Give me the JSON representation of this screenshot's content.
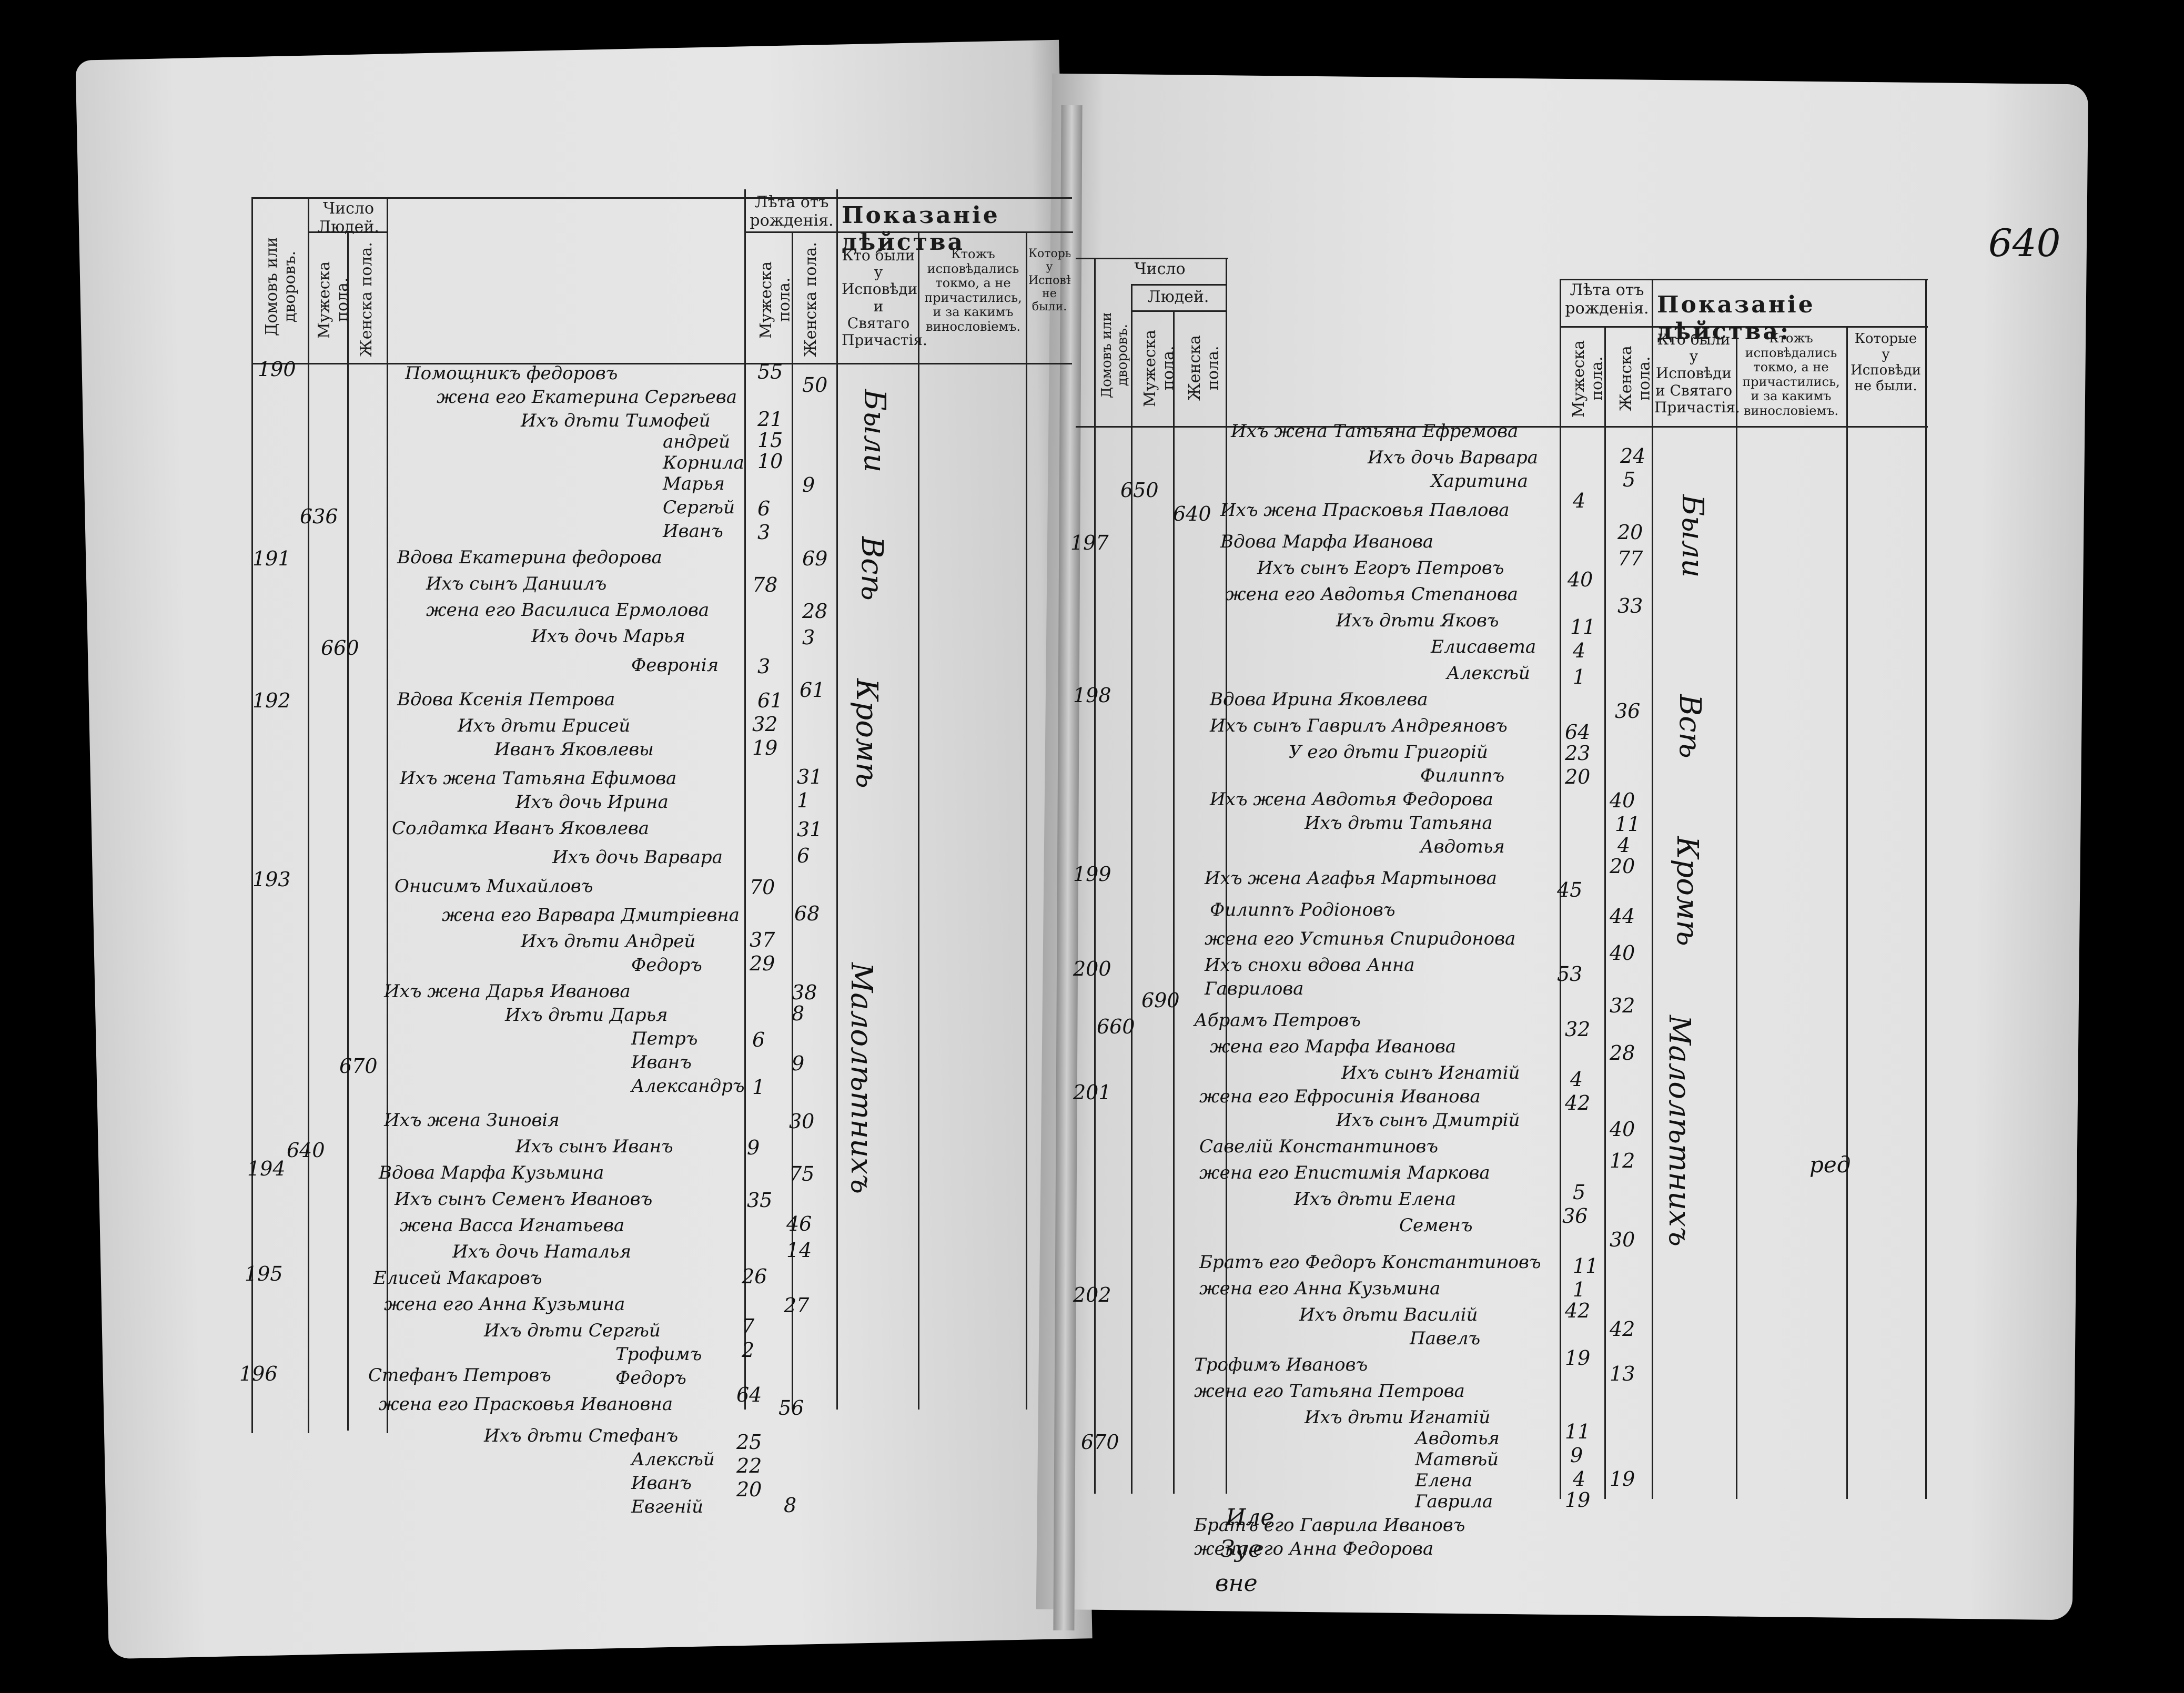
{
  "folio_number": "640",
  "left_page": {
    "headers": {
      "houses": "Домовъ или дворовъ.",
      "people_count": "Число Людей.",
      "male_sex": "Мужеска пола.",
      "female_sex": "Женска пола.",
      "age": "Лѣта отъ рожденія.",
      "age_male": "Мужеска пола.",
      "age_female": "Женска пола.",
      "action_title": "Показаніе дѣйства",
      "col_confessed": "Кто были у Исповѣди и Святаго Причастія.",
      "col_confessed_only": "Ктожъ исповѣдались токмо, а не причастились, и за какимъ виносло­віемъ.",
      "col_not_confessed": "Которые у Исповѣди не были."
    },
    "household_numbers": [
      "190",
      "191",
      "192",
      "193",
      "194",
      "195",
      "196"
    ],
    "running_totals": [
      "636",
      "660",
      "670",
      "640"
    ],
    "entries": [
      "Помощникъ федоровъ",
      "жена его Екатерина Сергѣева",
      "Ихъ дѣти Тимофей",
      "андрей",
      "Корнила",
      "Марья",
      "Сергѣй",
      "Иванъ",
      "Вдова Екатерина федорова",
      "Ихъ сынъ Даниилъ",
      "жена его Василиса Ермолова",
      "Ихъ дочь Марья",
      "Февронія",
      "Вдова Ксенія Петрова",
      "Ихъ дѣти Ерисей",
      "Иванъ Яковлевы",
      "Ихъ жена Татьяна Ефимова",
      "Ихъ дочь Ирина",
      "Солдатка Иванъ Яковлева",
      "Ихъ дочь Варвара",
      "Онисимъ Михайловъ",
      "жена его Варвара Дмитріевна",
      "Ихъ дѣти Андрей",
      "Федоръ",
      "Ихъ жена Дарья Иванова",
      "Ихъ дѣти Дарья",
      "Петръ",
      "Иванъ",
      "Александръ",
      "Ихъ жена Зиновія",
      "Ихъ сынъ Иванъ",
      "Вдова Марфа Кузьмина",
      "Ихъ сынъ Семенъ Ивановъ",
      "жена Васса Игнатьева",
      "Ихъ дочь Наталья",
      "Елисей Макаровъ",
      "жена его Анна Кузьмина",
      "Ихъ дѣти Сергѣй",
      "Трофимъ",
      "Федоръ",
      "Стефанъ Петровъ",
      "жена его Прасковья Ивановна",
      "Ихъ дѣти Стефанъ",
      "Алексѣй",
      "Иванъ",
      "Евгеній"
    ],
    "ages_male": [
      "55",
      "21",
      "15",
      "10",
      "6",
      "3",
      "78",
      "3",
      "61",
      "32",
      "19",
      "70",
      "37",
      "29",
      "6",
      "1",
      "9",
      "35",
      "26",
      "7",
      "2",
      "64",
      "25",
      "22",
      "20"
    ],
    "ages_female": [
      "50",
      "9",
      "69",
      "28",
      "3",
      "61",
      "31",
      "1",
      "31",
      "6",
      "68",
      "38",
      "8",
      "9",
      "30",
      "75",
      "46",
      "14",
      "27",
      "56",
      "8"
    ],
    "confession_note_1": "Были",
    "confession_note_2": "Всѣ",
    "confession_note_3": "Кромѣ",
    "confession_note_4": "Малолѣтнихъ"
  },
  "right_page": {
    "headers": {
      "number": "Число",
      "houses": "Домовъ или дворовъ.",
      "people_count": "Людей.",
      "male_sex": "Мужеска пола.",
      "female_sex": "Женска пола.",
      "age": "Лѣта отъ рожденія.",
      "age_male": "Мужеска пола.",
      "age_female": "Женска пола.",
      "action_title": "Показаніе дѣйства:",
      "col_confessed": "Кто были у Исповѣди и Святаго Причастія.",
      "col_confessed_only": "Ктожъ исповѣдались токмо, а не причастились, и за какимъ виносло­віемъ.",
      "col_not_confessed": "Которые у Исповѣди не были."
    },
    "household_numbers": [
      "197",
      "198",
      "199",
      "200",
      "201",
      "202"
    ],
    "running_totals": [
      "650",
      "640",
      "660",
      "690",
      "670"
    ],
    "entries": [
      "Ихъ жена Татьяна Ефремова",
      "Ихъ дочь Варвара",
      "Харитина",
      "Ихъ жена Прасковья Павлова",
      "Вдова Марфа Иванова",
      "Ихъ сынъ Егоръ Петровъ",
      "жена его Авдотья Степанова",
      "Ихъ дѣти Яковъ",
      "Елисавета",
      "Алексѣй",
      "Вдова Ирина Яковлева",
      "Ихъ сынъ Гаврилъ Андреяновъ",
      "У его дѣти Григорій",
      "Филиппъ",
      "Ихъ жена Авдотья Федорова",
      "Ихъ дѣти Татьяна",
      "Авдотья",
      "Ихъ жена Агафья Мартынова",
      "Филиппъ Родіоновъ",
      "жена его Устинья Спиридонова",
      "Ихъ снохи вдова Анна",
      "Гаврилова",
      "Абрамъ Петровъ",
      "жена его Марфа Иванова",
      "Ихъ сынъ Игнатій",
      "жена его Ефросинія Иванова",
      "Ихъ сынъ Дмитрій",
      "Савелій Константиновъ",
      "жена его Епистимія Маркова",
      "Ихъ дѣти Елена",
      "Семенъ",
      "Братъ его Федоръ Константиновъ",
      "жена его Анна Кузьмина",
      "Ихъ дѣти Василій",
      "Павелъ",
      "Трофимъ Ивановъ",
      "жена его Татьяна Петрова",
      "Ихъ дѣти Игнатій",
      "Авдотья",
      "Матвѣй",
      "Елена",
      "Гаврила",
      "Братъ его Гаврила Ивановъ",
      "жена его Анна Федорова"
    ],
    "ages_male": [
      "4",
      "40",
      "11",
      "4",
      "1",
      "64",
      "23",
      "20",
      "45",
      "53",
      "32",
      "4",
      "42",
      "5",
      "36",
      "11",
      "1",
      "42",
      "19",
      "11",
      "9",
      "4",
      "19"
    ],
    "ages_female": [
      "24",
      "5",
      "20",
      "77",
      "33",
      "36",
      "40",
      "11",
      "4",
      "20",
      "44",
      "40",
      "32",
      "28",
      "40",
      "12",
      "30",
      "42",
      "13",
      "19"
    ],
    "confession_note_1": "Были",
    "confession_note_2": "Всѣ",
    "confession_note_3": "Кромѣ",
    "confession_note_4": "Малолѣтнихъ",
    "side_note": "ред"
  },
  "bottom_note": [
    "Иле",
    "Зуе",
    "вне"
  ]
}
